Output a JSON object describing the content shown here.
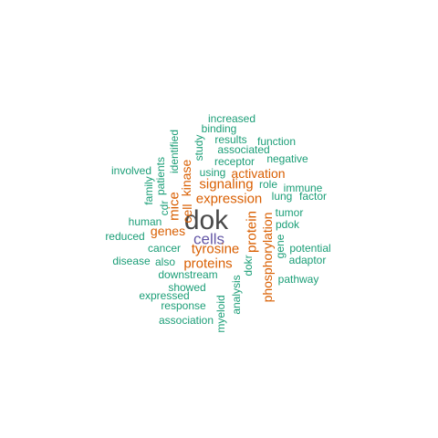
{
  "colors": {
    "dok": "#4a4a4a",
    "cells": "#6457a6",
    "orange": "#d95f02",
    "green": "#1b9e77"
  },
  "words": [
    {
      "text": "dok",
      "color": "dok"
    },
    {
      "text": "cells",
      "color": "cells"
    },
    {
      "text": "expression",
      "color": "orange"
    },
    {
      "text": "tyrosine",
      "color": "orange"
    },
    {
      "text": "proteins",
      "color": "orange"
    },
    {
      "text": "signaling",
      "color": "orange"
    },
    {
      "text": "activation",
      "color": "orange"
    },
    {
      "text": "genes",
      "color": "orange"
    },
    {
      "text": "protein",
      "color": "orange"
    },
    {
      "text": "phosphorylation",
      "color": "orange"
    },
    {
      "text": "kinase",
      "color": "orange"
    },
    {
      "text": "cell",
      "color": "orange"
    },
    {
      "text": "mice",
      "color": "orange"
    },
    {
      "text": "increased",
      "color": "green"
    },
    {
      "text": "binding",
      "color": "green"
    },
    {
      "text": "results",
      "color": "green"
    },
    {
      "text": "function",
      "color": "green"
    },
    {
      "text": "associated",
      "color": "green"
    },
    {
      "text": "negative",
      "color": "green"
    },
    {
      "text": "receptor",
      "color": "green"
    },
    {
      "text": "using",
      "color": "green"
    },
    {
      "text": "involved",
      "color": "green"
    },
    {
      "text": "role",
      "color": "green"
    },
    {
      "text": "immune",
      "color": "green"
    },
    {
      "text": "lung",
      "color": "green"
    },
    {
      "text": "factor",
      "color": "green"
    },
    {
      "text": "tumor",
      "color": "green"
    },
    {
      "text": "human",
      "color": "green"
    },
    {
      "text": "pdok",
      "color": "green"
    },
    {
      "text": "reduced",
      "color": "green"
    },
    {
      "text": "cancer",
      "color": "green"
    },
    {
      "text": "potential",
      "color": "green"
    },
    {
      "text": "adaptor",
      "color": "green"
    },
    {
      "text": "disease",
      "color": "green"
    },
    {
      "text": "also",
      "color": "green"
    },
    {
      "text": "downstream",
      "color": "green"
    },
    {
      "text": "pathway",
      "color": "green"
    },
    {
      "text": "showed",
      "color": "green"
    },
    {
      "text": "expressed",
      "color": "green"
    },
    {
      "text": "response",
      "color": "green"
    },
    {
      "text": "association",
      "color": "green"
    },
    {
      "text": "study",
      "color": "green"
    },
    {
      "text": "identified",
      "color": "green"
    },
    {
      "text": "patients",
      "color": "green"
    },
    {
      "text": "family",
      "color": "green"
    },
    {
      "text": "cdr",
      "color": "green"
    },
    {
      "text": "gene",
      "color": "green"
    },
    {
      "text": "dokr",
      "color": "green"
    },
    {
      "text": "analysis",
      "color": "green"
    },
    {
      "text": "myeloid",
      "color": "green"
    }
  ]
}
